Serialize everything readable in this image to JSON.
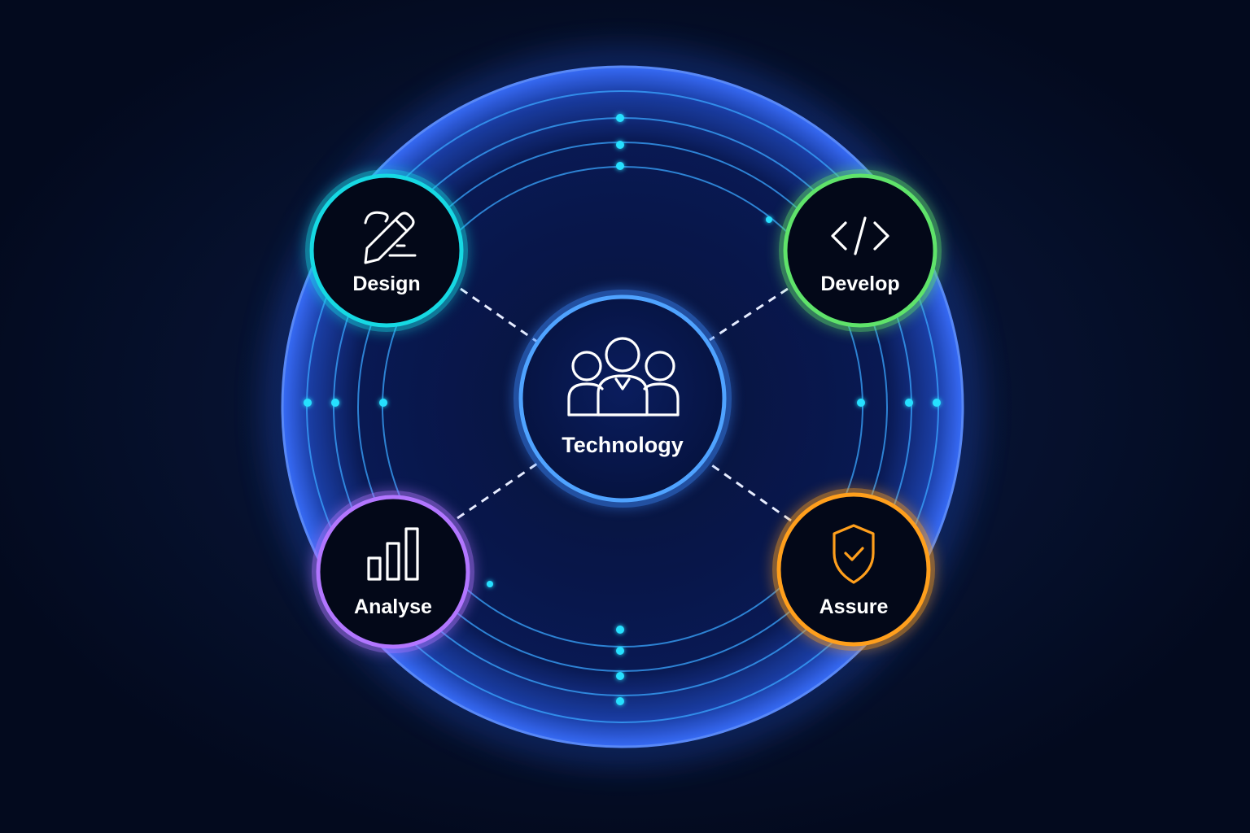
{
  "diagram": {
    "center": {
      "label": "Technology",
      "icon": "team-people-icon",
      "color": "#3d8bff"
    },
    "nodes": [
      {
        "id": "design",
        "label": "Design",
        "icon": "pencil-icon",
        "color": "#16d9e3"
      },
      {
        "id": "develop",
        "label": "Develop",
        "icon": "code-icon",
        "color": "#5fe36a"
      },
      {
        "id": "analyse",
        "label": "Analyse",
        "icon": "bar-chart-icon",
        "color": "#b276ff"
      },
      {
        "id": "assure",
        "label": "Assure",
        "icon": "shield-check-icon",
        "color": "#ff9f1c"
      }
    ],
    "colors": {
      "background": "#030a1e",
      "ring": "#2f7bff",
      "ring_line": "#39a6ff",
      "dot": "#27e0ff",
      "connector": "#e6ecff"
    }
  }
}
